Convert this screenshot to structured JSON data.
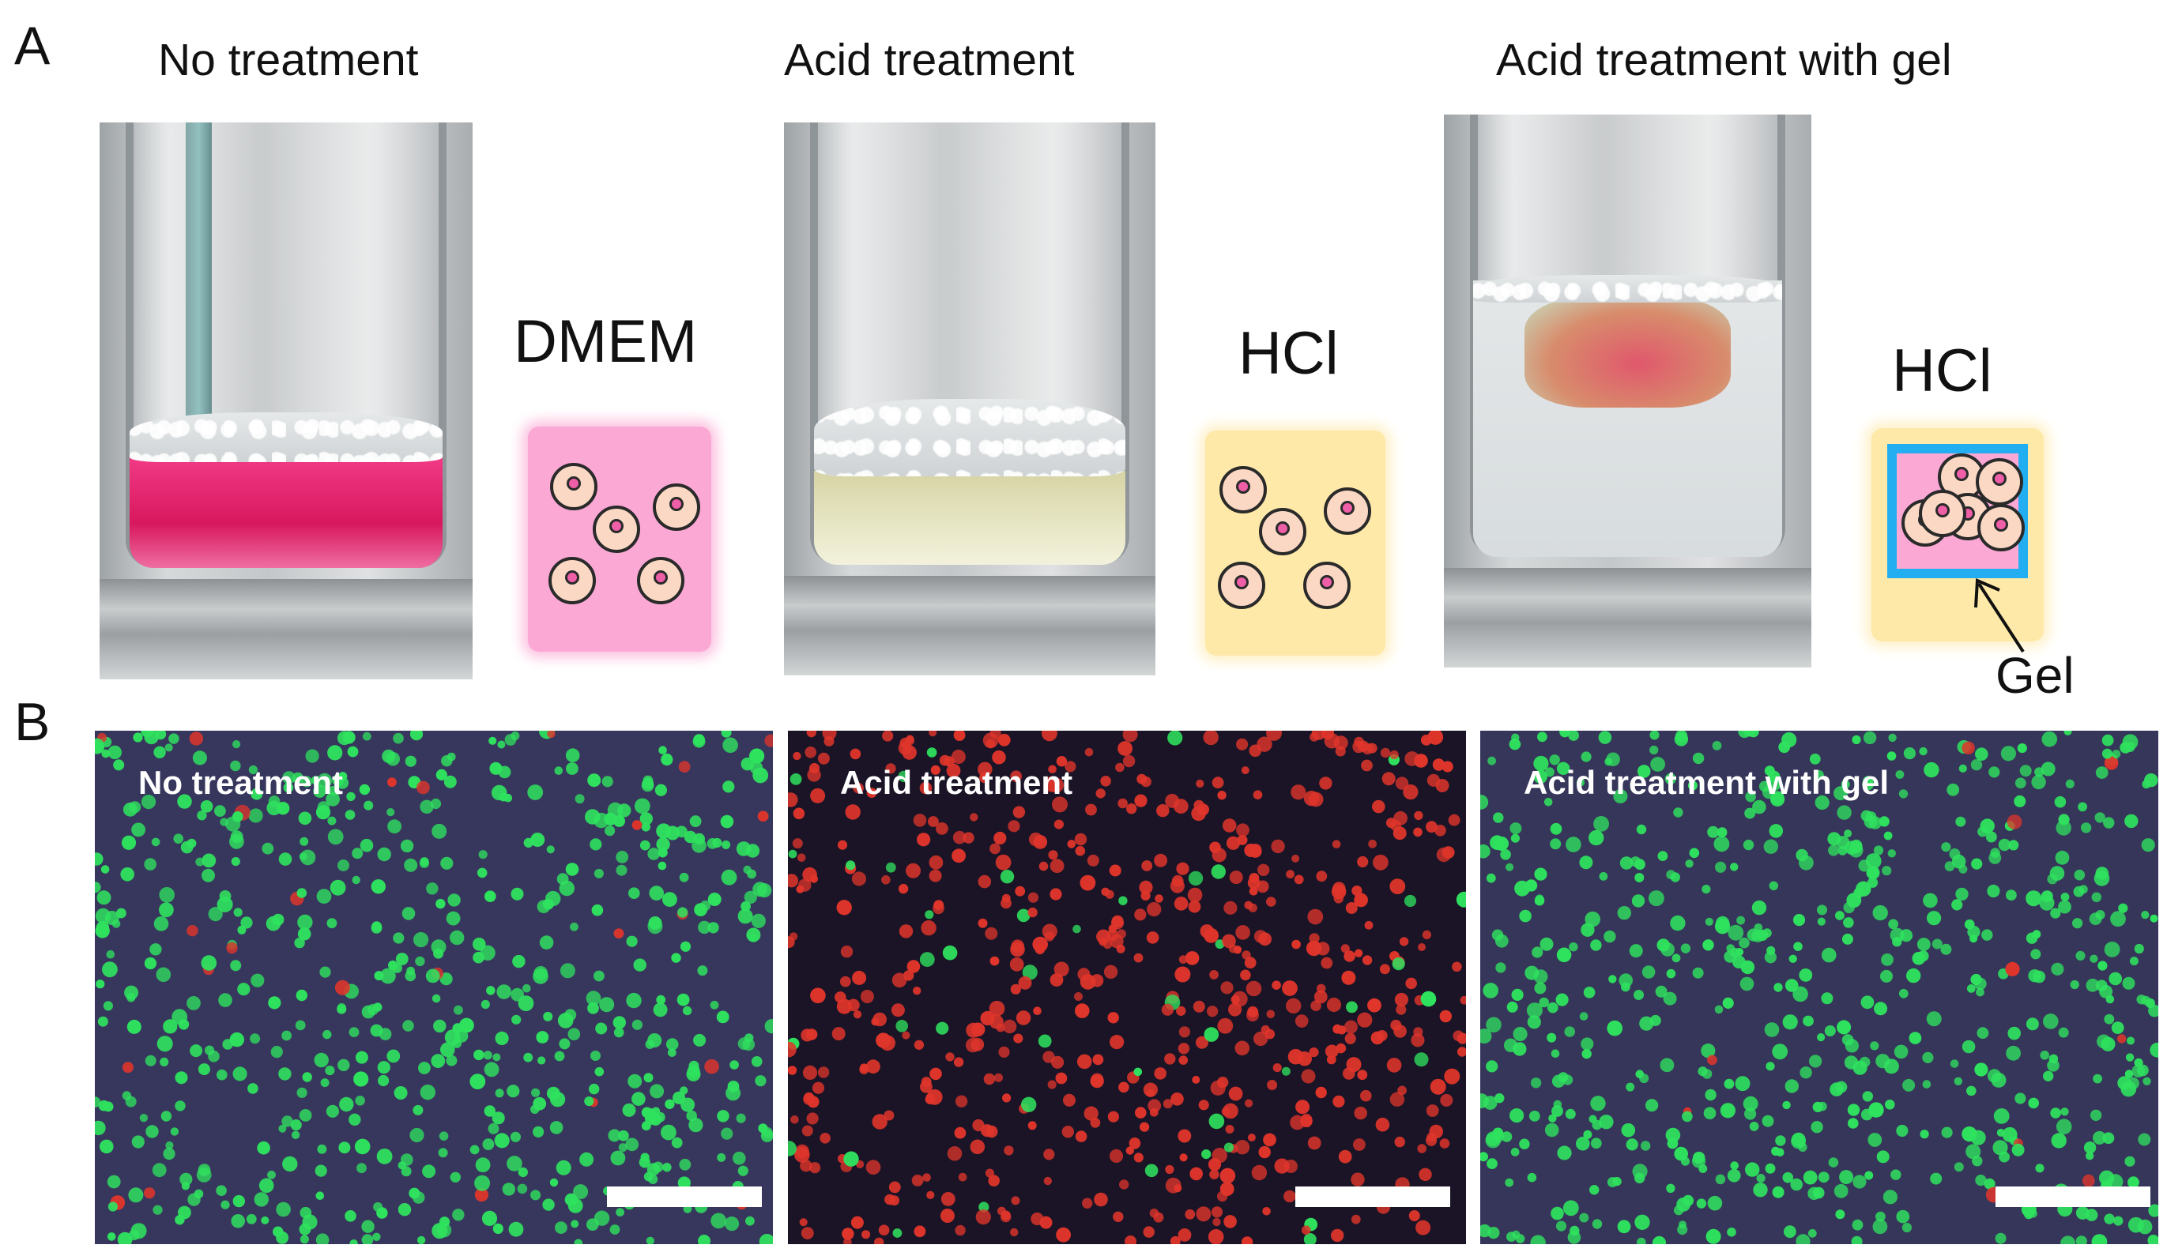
{
  "panel_a": {
    "letter": "A",
    "conditions": [
      {
        "title": "No treatment",
        "medium_label": "DMEM"
      },
      {
        "title": "Acid treatment",
        "medium_label": "HCl"
      },
      {
        "title": "Acid treatment with gel",
        "medium_label": "HCl",
        "annotation": "Gel"
      }
    ]
  },
  "panel_b": {
    "letter": "B",
    "micrographs": [
      {
        "label": "No treatment",
        "background": "#37375e",
        "live_ratio": 0.97
      },
      {
        "label": "Acid treatment",
        "background": "#1a1426",
        "live_ratio": 0.07
      },
      {
        "label": "Acid treatment with gel",
        "background": "#35365a",
        "live_ratio": 0.98
      }
    ]
  },
  "colors": {
    "dmem_pink": "#e2226a",
    "acid_yellow": "#ffe9a8",
    "schematic_pink": "#fba8d4",
    "gel_blue": "#22aef0",
    "live_green": "#2fe25e",
    "dead_red": "#e0352b"
  }
}
